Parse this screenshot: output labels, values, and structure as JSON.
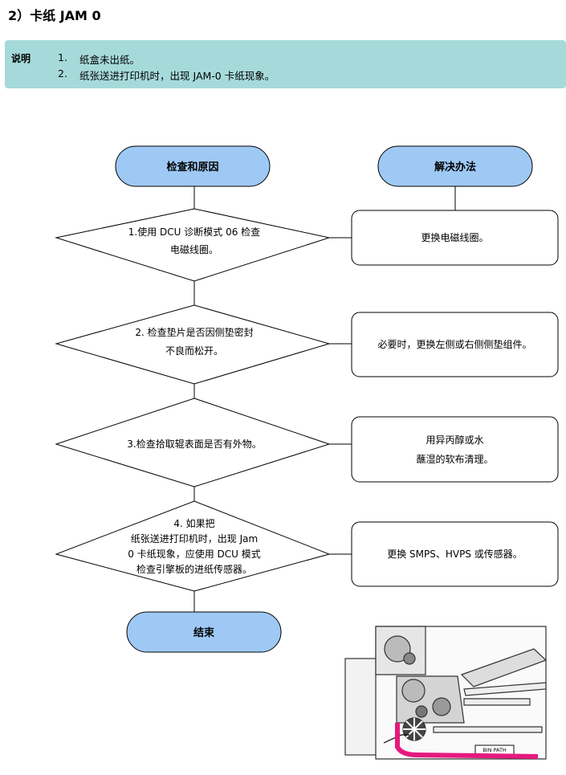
{
  "title": "2）卡纸 JAM 0",
  "note": {
    "label": "说明",
    "items": [
      {
        "num": "1.",
        "text": "纸盒未出纸。"
      },
      {
        "num": "2.",
        "text": "纸张送进打印机时，出现 JAM-0 卡纸现象。"
      }
    ]
  },
  "flow": {
    "left_header": "检查和原因",
    "right_header": "解决办法",
    "end": "结束",
    "steps": [
      {
        "check": [
          "1.使用 DCU 诊断模式 06 检查",
          "电磁线圈。"
        ],
        "solution": [
          "更换电磁线圈。"
        ]
      },
      {
        "check": [
          "2. 检查垫片是否因侧垫密封",
          "不良而松开。"
        ],
        "solution": [
          "必要时，更换左侧或右侧侧垫组件。"
        ]
      },
      {
        "check": [
          "3.检查拾取辊表面是否有外物。"
        ],
        "solution": [
          "用异丙醇或水",
          "蘸湿的软布清理。"
        ]
      },
      {
        "check": [
          "4. 如果把",
          "纸张送进打印机时，出现 Jam",
          "0 卡纸现象，应使用 DCU 模式",
          "检查引擎板的进纸传感器。"
        ],
        "solution": [
          "更换 SMPS、HVPS 或传感器。"
        ]
      }
    ]
  },
  "diagram": {
    "label": "BIN PATH",
    "path_color": "#e6197f"
  }
}
